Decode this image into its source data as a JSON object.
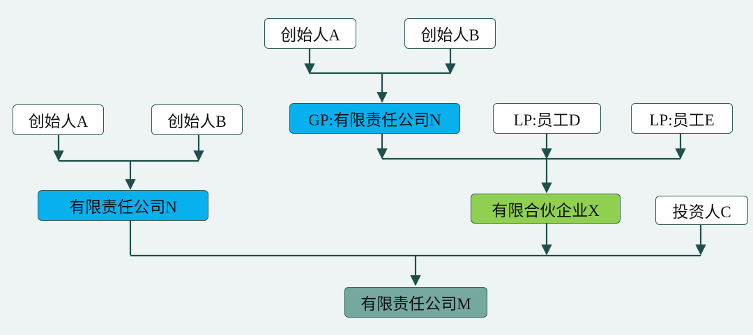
{
  "colors": {
    "background": "#eef3f3",
    "line": "#1f4f4a",
    "white_box": "#ffffff",
    "blue_box": "#08b0ee",
    "green_box": "#8fd14f",
    "teal_box": "#76a8a2"
  },
  "nodes": {
    "top_founder_a": "创始人A",
    "top_founder_b": "创始人B",
    "gp_company_n": "GP:有限责任公司N",
    "lp_employee_d": "LP:员工D",
    "lp_employee_e": "LP:员工E",
    "left_founder_a": "创始人A",
    "left_founder_b": "创始人B",
    "company_n": "有限责任公司N",
    "partnership_x": "有限合伙企业X",
    "investor_c": "投资人C",
    "company_m": "有限责任公司M"
  }
}
